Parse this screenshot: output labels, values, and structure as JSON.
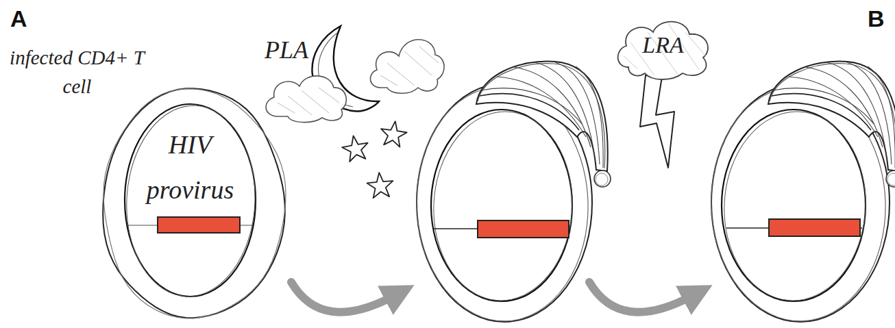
{
  "diagram": {
    "nodes": [
      {
        "text": [
          "infected CD4+ T cell"
        ]
      },
      {
        "text": [
          "HIV provirus"
        ],
        "in": 0
      },
      {
        "text": [
          "LRA"
        ]
      }
    ],
    "labels": [
      "A",
      "B",
      "PLA"
    ]
  }
}
